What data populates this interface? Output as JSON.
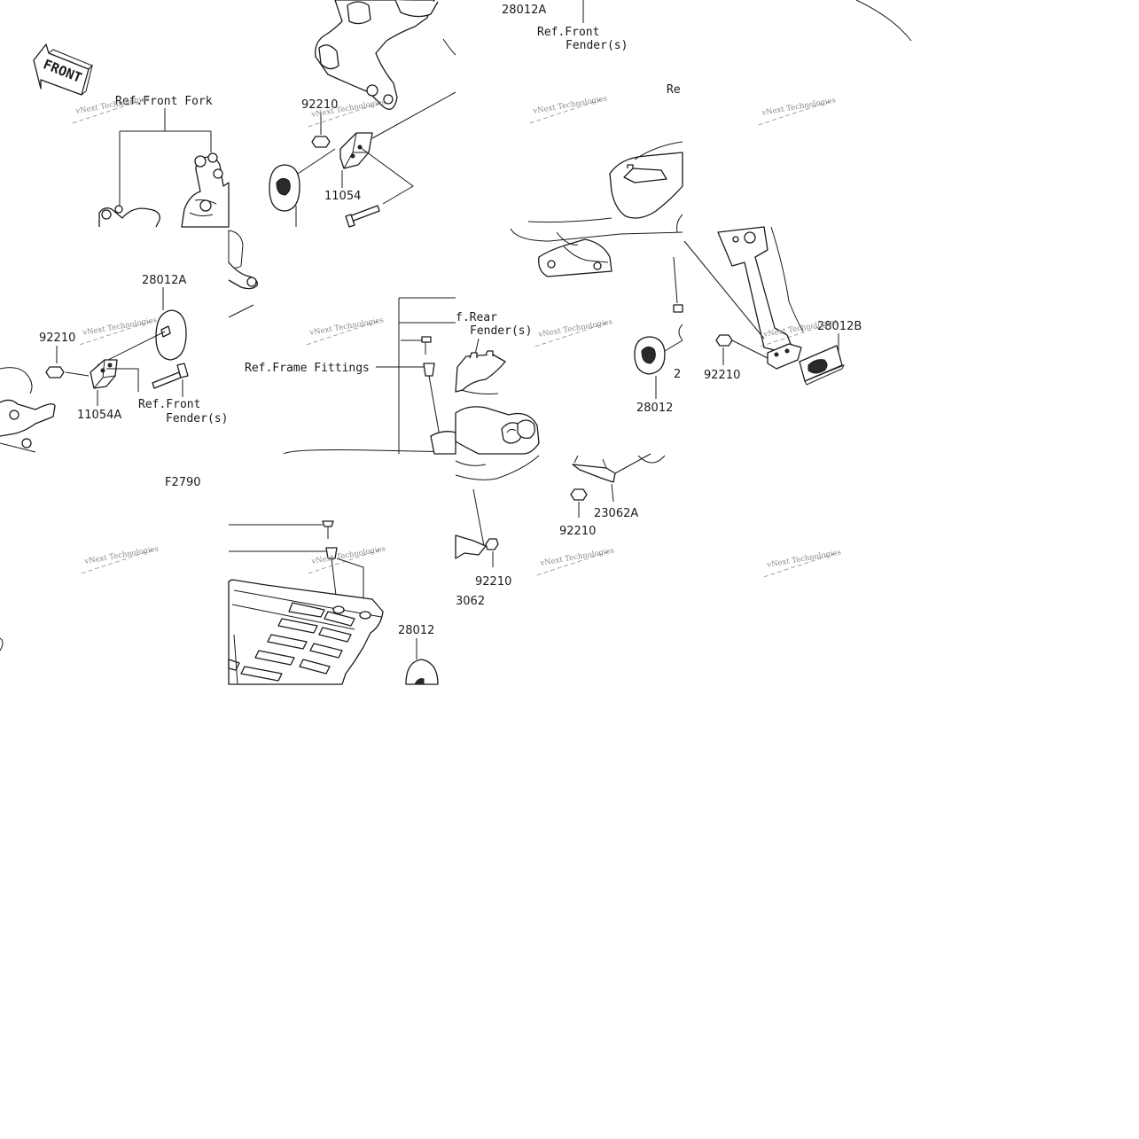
{
  "front_badge": "FRONT",
  "figure_code": "F2790",
  "watermark": "vNext Technologies",
  "references": {
    "front_fork": "Ref.Front Fork",
    "front_fender_top_1": "Ref.Front",
    "front_fender_top_2": "Fender(s)",
    "front_fender_mid_1": "Ref.Front",
    "front_fender_mid_2": "Fender(s)",
    "rear_fender_1": "f.Rear",
    "rear_fender_2": "Fender(s)",
    "frame_fittings": "Ref.Frame Fittings",
    "re_partial": "Re"
  },
  "parts": {
    "p28012A_top": "28012A",
    "p92210_a": "92210",
    "p11054": "11054",
    "p28012A_mid": "28012A",
    "p92210_b": "92210",
    "p11054A": "11054A",
    "p28012B": "28012B",
    "p92210_c": "92210",
    "p28012_c": "28012",
    "p23_partial": "2",
    "p23062A": "23062A",
    "p92210_d": "92210",
    "p92210_e": "92210",
    "p3062_partial": "3062",
    "p28012_bottom": "28012"
  }
}
